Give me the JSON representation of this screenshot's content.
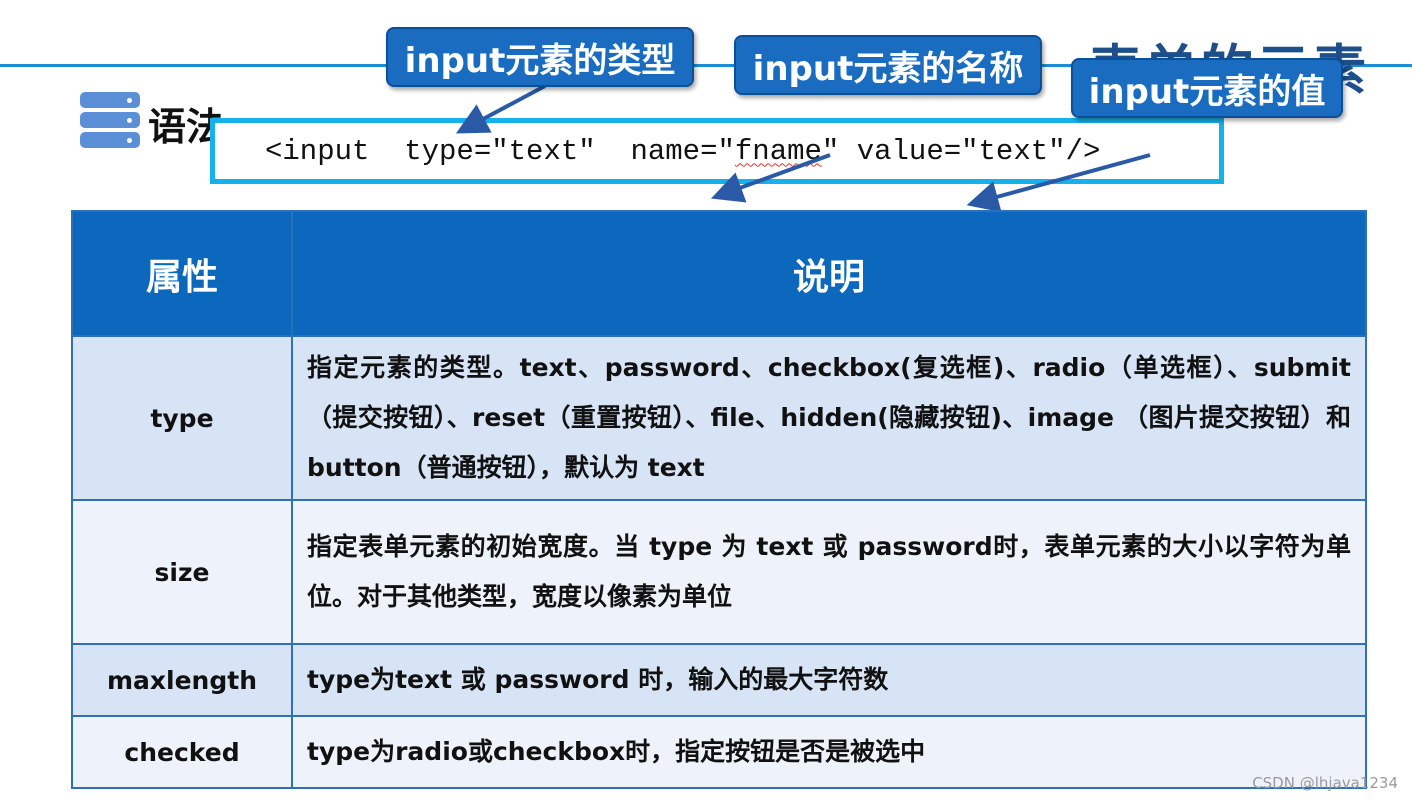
{
  "slide": {
    "title": "表单的元素",
    "syntax_label": "语法"
  },
  "code": {
    "line": "<input  type=\"text\"  name=\"fname\" value=\"text\"/>",
    "part_before": "<input  type=\"text\"  name=\"",
    "part_underlined": "fname",
    "part_after": "\" value=\"text\"/>"
  },
  "callouts": {
    "type": "input元素的类型",
    "name": "input元素的名称",
    "value": "input元素的值"
  },
  "table": {
    "headers": [
      "属性",
      "说明"
    ],
    "rows": [
      {
        "name": "type",
        "desc": "指定元素的类型。text、password、checkbox(复选框)、radio（单选框）、submit（提交按钮）、reset（重置按钮）、file、hidden(隐藏按钮)、image （图片提交按钮）和 button（普通按钮），默认为 text"
      },
      {
        "name": "size",
        "desc": "指定表单元素的初始宽度。当 type 为 text 或 password时，表单元素的大小以字符为单位。对于其他类型，宽度以像素为单位"
      },
      {
        "name": "maxlength",
        "desc": "type为text 或 password 时，输入的最大字符数"
      },
      {
        "name": "checked",
        "desc": "type为radio或checkbox时，指定按钮是否是被选中"
      }
    ]
  },
  "watermark": "CSDN @lhjava1234",
  "colors": {
    "accent": "#1a8ed4",
    "header_bg": "#0b68bd",
    "callout_bg": "#1a6cc0",
    "row_bg": "#d7e4f6",
    "row_alt_bg": "#eef3fb"
  }
}
